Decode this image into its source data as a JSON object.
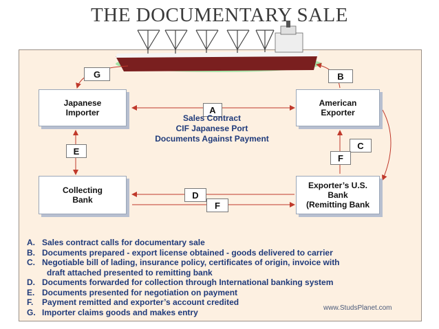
{
  "title": "THE DOCUMENTARY SALE",
  "boxes": {
    "japanese_importer": "Japanese\nImporter",
    "american_exporter": "American\nExporter",
    "collecting_bank": "Collecting\nBank",
    "remitting_bank": "Exporter’s U.S.\nBank\n(Remitting Bank"
  },
  "labels": {
    "g": "G",
    "b": "B",
    "a": "A",
    "e": "E",
    "c": "C",
    "f_right": "F",
    "d": "D",
    "f_bottom": "F"
  },
  "center_note": [
    "Sales Contract",
    "CIF Japanese Port",
    "Documents Against Payment"
  ],
  "legend": [
    {
      "key": "A.",
      "text": "Sales contract calls for documentary sale"
    },
    {
      "key": "B.",
      "text": "Documents prepared - export license obtained - goods delivered to carrier"
    },
    {
      "key": "C.",
      "text": "Negotiable bill of lading, insurance policy, certificates of origin, invoice with"
    },
    {
      "key": "",
      "text": "draft attached presented to remitting bank"
    },
    {
      "key": "D.",
      "text": "Documents forwarded for collection through International banking system"
    },
    {
      "key": "E.",
      "text": "Documents presented for negotiation on payment"
    },
    {
      "key": "F.",
      "text": "Payment remitted and exporter’s account credited"
    },
    {
      "key": "G.",
      "text": "Importer claims goods and makes entry"
    }
  ],
  "watermark": "www.StudsPlanet.com",
  "colors": {
    "panel": "#fdf0e1",
    "text_blue": "#1f3a7a",
    "arrow": "#c0392b",
    "box_shadow": "#b7bfd0",
    "ship_hull": "#7a1f1f",
    "water": "#9fe0a0"
  },
  "icons": [
    "cargo-ship-icon"
  ]
}
